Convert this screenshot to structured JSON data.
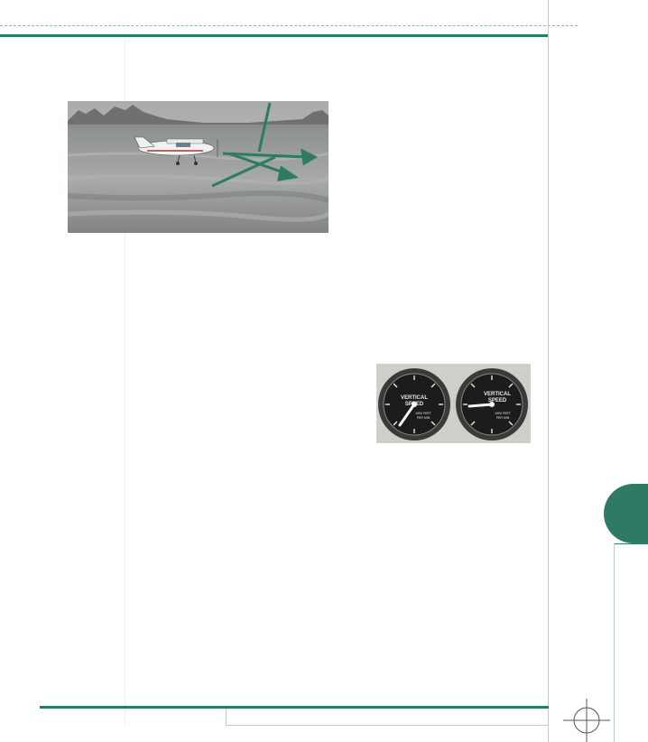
{
  "page": {
    "accent_color": "#2e7a64",
    "figures": [
      {
        "name": "airplane-in-flight-with-force-arrows"
      },
      {
        "name": "vertical-speed-indicators"
      }
    ],
    "vsi_gauges": {
      "dial_label_line1": "VERTICAL",
      "dial_label_line2": "SPEED",
      "units_line1": "1000 FEET",
      "units_line2": "PER MIN",
      "left_gauge_reading": "down",
      "right_gauge_reading": "level"
    }
  }
}
